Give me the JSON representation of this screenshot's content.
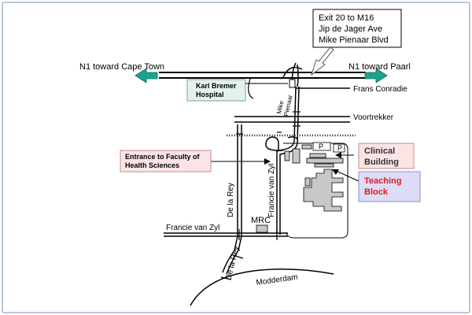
{
  "callouts": {
    "exit": [
      "Exit 20 to M16",
      "Jip de Jager Ave",
      "Mike Pienaar Blvd"
    ],
    "karl_bremer": [
      "Karl Bremer",
      "Hospital"
    ],
    "entrance": [
      "Entrance to Faculty of",
      "Health Sciences"
    ],
    "clinical": [
      "Clinical",
      "Building"
    ],
    "teaching": [
      "Teaching",
      "Block"
    ]
  },
  "roads": {
    "n1_west": "N1 toward Cape Town",
    "n1_east": "N1 toward Paarl",
    "frans_conradie": "Frans Conradie",
    "mike_pienaar": [
      "Mike",
      "Pienaar"
    ],
    "voortrekker": "Voortrekker",
    "francie_van_zyl_vertical": "Francie van Zyl",
    "francie_van_zyl_horizontal": "Francie van Zyl",
    "de_la_rey_north": "De la Rey",
    "de_la_rey_south": "De la Rey",
    "modderdam": "Modderdam"
  },
  "places": {
    "mrc": "MRC",
    "parking_1": "P",
    "parking_2": "P"
  },
  "colors": {
    "arrow_green": "#1aa38a",
    "pink_box": "#fbe4e4",
    "pink_border": "#c98b8b",
    "lavender_box": "#dcdcf6",
    "lavender_border": "#8f8fc9",
    "teaching_text": "#e01b1b",
    "mint_box": "#e4f2ec",
    "mint_border": "#7aa394",
    "building_fill": "#c8c8c8"
  }
}
